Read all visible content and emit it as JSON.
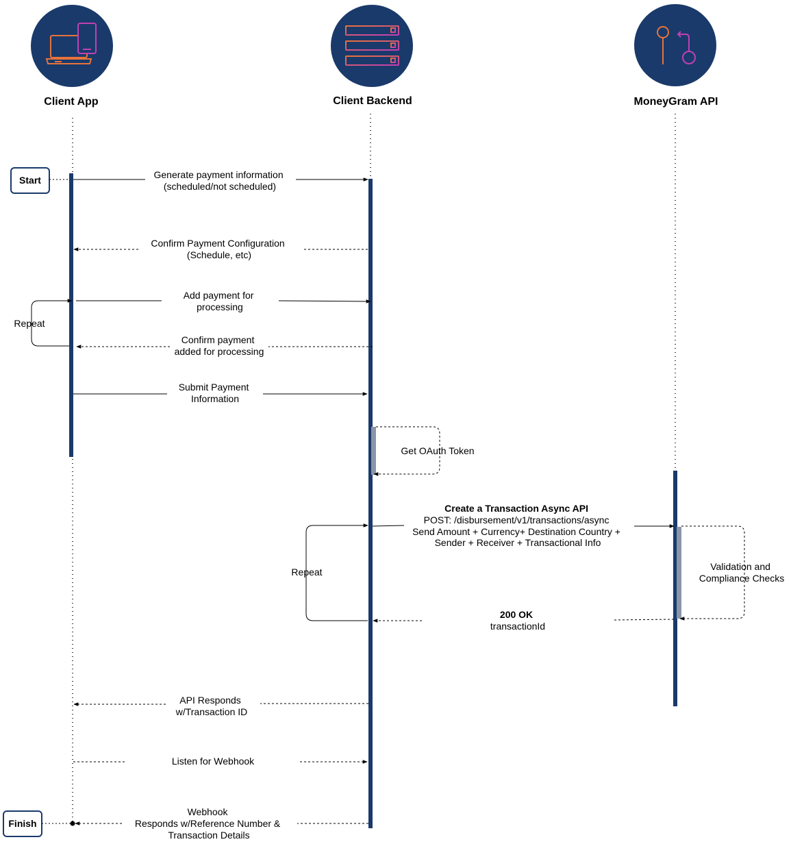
{
  "participants": {
    "client_app": {
      "label": "Client App",
      "icon": "laptop-phone-icon"
    },
    "client_backend": {
      "label": "Client Backend",
      "icon": "server-rack-icon"
    },
    "moneygram_api": {
      "label": "MoneyGram API",
      "icon": "git-branch-icon"
    }
  },
  "terminals": {
    "start": "Start",
    "finish": "Finish"
  },
  "messages": {
    "m1": [
      "Generate payment information",
      "(scheduled/not scheduled)"
    ],
    "m2": [
      "Confirm Payment Configuration",
      "(Schedule, etc)"
    ],
    "m3": [
      "Add payment for",
      "processing"
    ],
    "m4": [
      "Confirm payment",
      "added for processing"
    ],
    "m5": [
      "Submit Payment",
      "Information"
    ],
    "m6": [
      "Get OAuth Token"
    ],
    "m7_title": "Create a Transaction Async API",
    "m7": [
      "POST: /disbursement/v1/transactions/async",
      "Send Amount + Currency+ Destination Country +",
      "Sender + Receiver + Transactional Info"
    ],
    "m8": [
      "Validation and",
      "Compliance Checks"
    ],
    "m9_title": "200 OK",
    "m9": [
      "transactionId"
    ],
    "m10": [
      "API Responds",
      "w/Transaction ID"
    ],
    "m11": [
      "Listen for Webhook"
    ],
    "m12": [
      "Webhook",
      "Responds w/Reference Number &",
      "Transaction Details"
    ]
  },
  "loops": {
    "loop1": "Repeat",
    "loop2": "Repeat"
  },
  "colors": {
    "navy": "#1a3a6b",
    "activation_gray": "#8a96a8",
    "icon_orange": "#e8733a",
    "icon_magenta": "#c33fb4",
    "line": "#000000"
  }
}
